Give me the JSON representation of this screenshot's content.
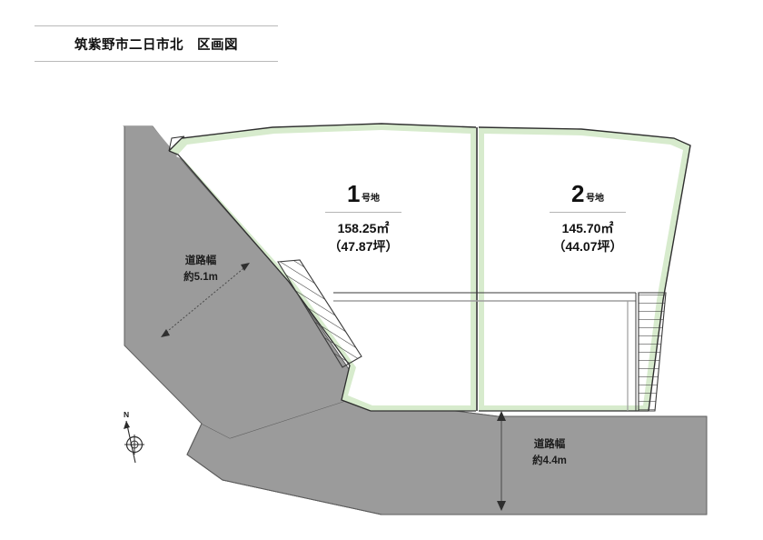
{
  "header": {
    "title": "筑紫野市二日市北　区画図"
  },
  "plots": [
    {
      "number": "1",
      "suffix": "号地",
      "area_sqm": "158.25㎡",
      "area_tsubo": "（47.87坪）"
    },
    {
      "number": "2",
      "suffix": "号地",
      "area_sqm": "145.70㎡",
      "area_tsubo": "（44.07坪）"
    }
  ],
  "dimensions": {
    "road_left": {
      "label": "道路幅",
      "value": "約5.1m"
    },
    "road_bottom": {
      "label": "道路幅",
      "value": "約4.4m"
    }
  },
  "compass": {
    "north_label": "N"
  },
  "colors": {
    "road_fill": "#9b9b9b",
    "plot_fill": "#ffffff",
    "boundary_band": "#d7ebcd",
    "outline": "#3a3a3a",
    "rule": "#b9b9b9"
  }
}
